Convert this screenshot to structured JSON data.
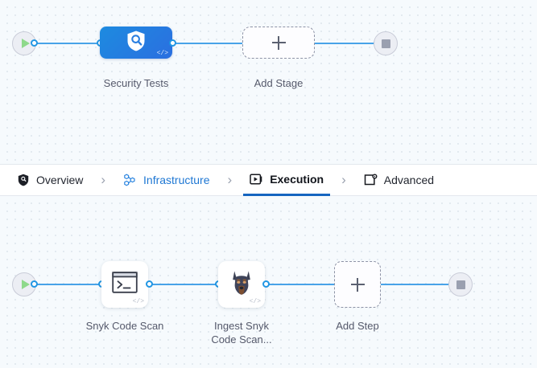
{
  "theme": {
    "canvas_bg": "#f6fafd",
    "dot_color": "#dfe7ee",
    "wire_color": "#48a3e8",
    "port_color": "#2196e3",
    "stage_gradient_from": "#1d8be0",
    "stage_gradient_to": "#2b6fe0",
    "active_tab_underline": "#1565c0",
    "link_color": "#1e77d3",
    "caption_color": "#55596b",
    "play_color": "#8ed98b",
    "stop_color": "#9aa0b0"
  },
  "stage_canvas": {
    "start_node": {
      "icon": "play-icon"
    },
    "end_node": {
      "icon": "stop-icon"
    },
    "nodes": [
      {
        "label": "Security Tests",
        "icon": "shield-search-icon",
        "code_tag": "</>",
        "type": "stage"
      },
      {
        "label": "Add Stage",
        "icon": "plus-icon",
        "type": "add"
      }
    ]
  },
  "tabs": [
    {
      "label": "Overview",
      "icon": "shield-icon",
      "state": "default"
    },
    {
      "label": "Infrastructure",
      "icon": "hexagon-cluster-icon",
      "state": "link"
    },
    {
      "label": "Execution",
      "icon": "play-box-icon",
      "state": "active"
    },
    {
      "label": "Advanced",
      "icon": "window-gear-icon",
      "state": "default"
    }
  ],
  "tab_separator": "›",
  "step_canvas": {
    "start_node": {
      "icon": "play-icon"
    },
    "end_node": {
      "icon": "stop-icon"
    },
    "nodes": [
      {
        "label": "Snyk Code Scan",
        "icon": "terminal-icon",
        "code_tag": "</>",
        "type": "step"
      },
      {
        "label": "Ingest Snyk\nCode Scan...",
        "icon": "doberman-icon",
        "code_tag": "</>",
        "type": "step"
      },
      {
        "label": "Add Step",
        "icon": "plus-icon",
        "type": "add"
      }
    ]
  }
}
